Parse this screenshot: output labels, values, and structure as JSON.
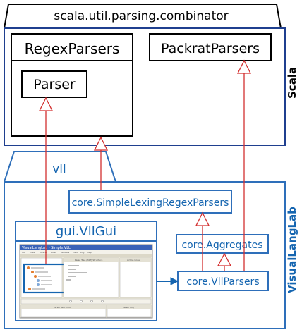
{
  "scala_package": {
    "tab_label": "scala.util.parsing.combinator",
    "side_label": "Scala",
    "classes": {
      "regex_parsers": "RegexParsers",
      "parser": "Parser",
      "packrat_parsers": "PackratParsers"
    }
  },
  "vll_package": {
    "tab_label": "vll",
    "side_label": "VisualLangLab",
    "classes": {
      "simple_lexing": "core.SimpleLexingRegexParsers",
      "gui": "gui.VllGui",
      "aggregates": "core.Aggregates",
      "vll_parsers": "core.VllParsers"
    }
  },
  "colors": {
    "scala_border": "#000000",
    "scala_frame": "#1f3f8f",
    "vll_accent": "#1565b0",
    "vll_border": "#2e6fba",
    "inheritance_arrow": "#d32f2f"
  },
  "screenshot_thumbnail": {
    "title": "VisualLangLab - Simple.VLL",
    "menu": [
      "File",
      "View",
      "Tokens",
      "Rules",
      "Globals",
      "Test",
      "Log",
      "Help"
    ],
    "panes": [
      "Parse Tree (AST) Structure",
      "Action Code",
      "Parser Test Input",
      "Parser Log"
    ]
  }
}
